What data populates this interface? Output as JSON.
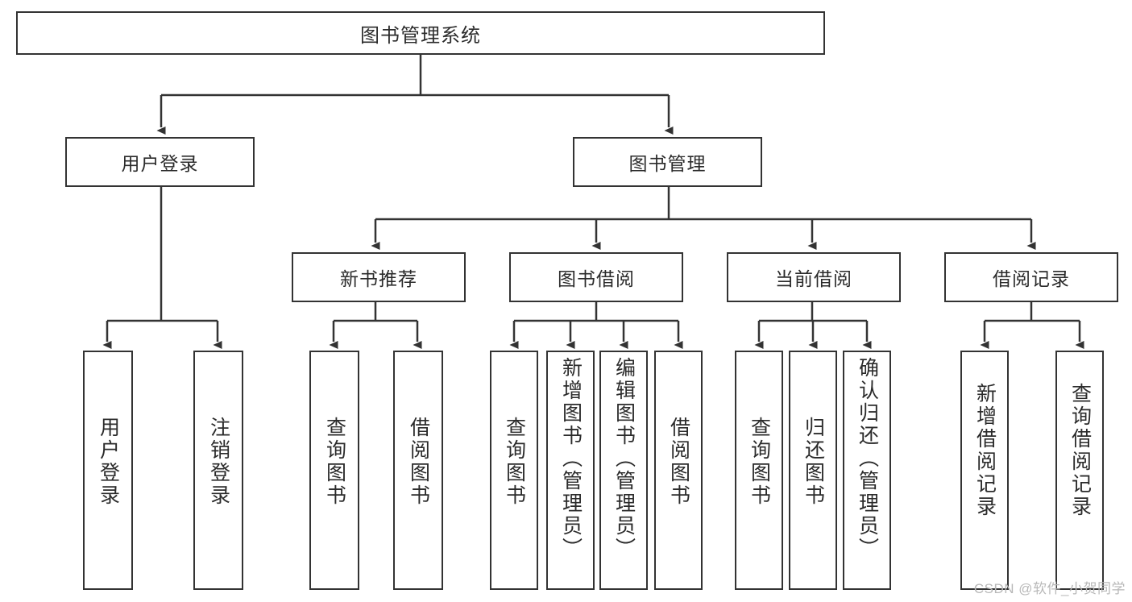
{
  "diagram": {
    "title": "图书管理系统",
    "type": "tree-hierarchy-diagram",
    "watermark": "CSDN @软件_小贺同学",
    "colors": {
      "stroke": "#333333",
      "fill": "#ffffff",
      "text": "#2b2b2b",
      "watermark": "#b8b8b8"
    },
    "levels": {
      "root": {
        "label": "图书管理系统"
      },
      "level2": [
        {
          "id": "user-login",
          "label": "用户登录"
        },
        {
          "id": "book-management",
          "label": "图书管理"
        }
      ],
      "level3": [
        {
          "id": "new-book-recommend",
          "label": "新书推荐",
          "parent": "book-management"
        },
        {
          "id": "book-borrow",
          "label": "图书借阅",
          "parent": "book-management"
        },
        {
          "id": "current-borrow",
          "label": "当前借阅",
          "parent": "book-management"
        },
        {
          "id": "borrow-record",
          "label": "借阅记录",
          "parent": "book-management"
        }
      ],
      "leaves": [
        {
          "id": "leaf-user-login",
          "label": "用户登录",
          "parent": "user-login"
        },
        {
          "id": "leaf-logout-login",
          "label": "注销登录",
          "parent": "user-login"
        },
        {
          "id": "leaf-query-book-1",
          "label": "查询图书",
          "parent": "new-book-recommend"
        },
        {
          "id": "leaf-borrow-book-1",
          "label": "借阅图书",
          "parent": "new-book-recommend"
        },
        {
          "id": "leaf-query-book-2",
          "label": "查询图书",
          "parent": "book-borrow"
        },
        {
          "id": "leaf-add-book",
          "label": "新增图书（管理员）",
          "parent": "book-borrow"
        },
        {
          "id": "leaf-edit-book",
          "label": "编辑图书（管理员）",
          "parent": "book-borrow"
        },
        {
          "id": "leaf-borrow-book-2",
          "label": "借阅图书",
          "parent": "book-borrow"
        },
        {
          "id": "leaf-query-book-3",
          "label": "查询图书",
          "parent": "current-borrow"
        },
        {
          "id": "leaf-return-book",
          "label": "归还图书",
          "parent": "current-borrow"
        },
        {
          "id": "leaf-confirm-return",
          "label": "确认归还（管理员）",
          "parent": "current-borrow"
        },
        {
          "id": "leaf-add-borrow-record",
          "label": "新增借阅记录",
          "parent": "borrow-record"
        },
        {
          "id": "leaf-query-borrow-record",
          "label": "查询借阅记录",
          "parent": "borrow-record"
        }
      ]
    }
  }
}
